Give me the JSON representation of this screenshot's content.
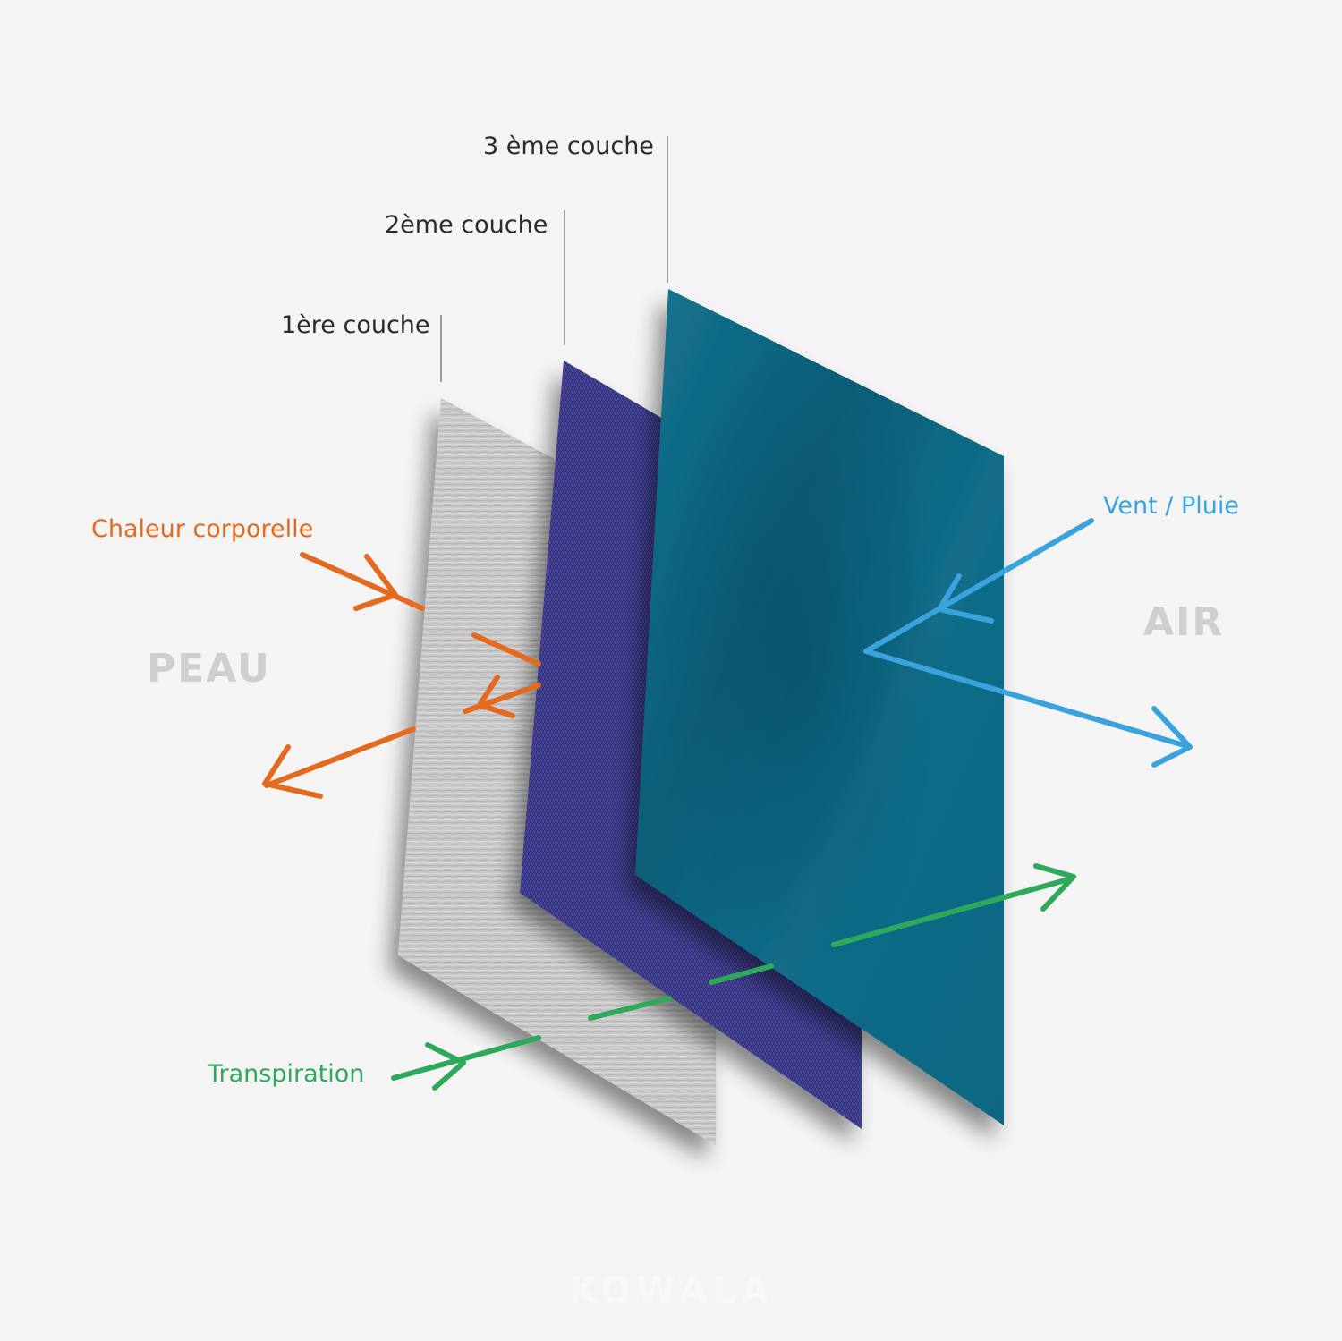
{
  "layers": {
    "layer1": "1ère couche",
    "layer2": "2ème couche",
    "layer3": "3 ème couche"
  },
  "flows": {
    "heat": "Chaleur corporelle",
    "wind_rain": "Vent / Pluie",
    "sweat": "Transpiration"
  },
  "sides": {
    "skin": "PEAU",
    "air": "AIR"
  },
  "watermark": "KOWALA",
  "colors": {
    "background": "#f4f4f4",
    "layer1_fabric": "#c8c8c8",
    "layer2_fabric": "#3d3a8a",
    "layer3_fabric": "#0f6a86",
    "heat_arrow": "#e36a1e",
    "wind_arrow": "#3aa3dd",
    "sweat_arrow": "#2ea85a",
    "side_label": "#cfcfcf"
  }
}
